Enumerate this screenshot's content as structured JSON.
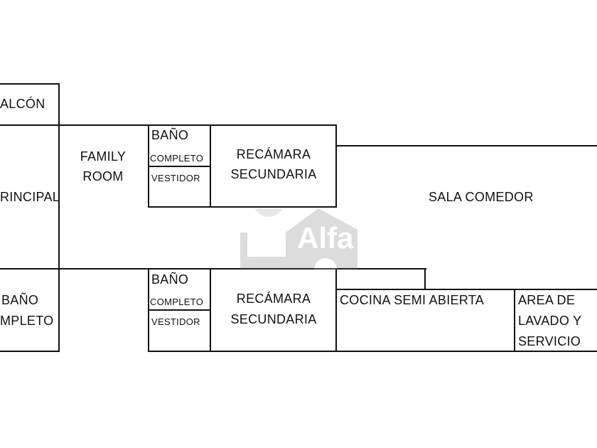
{
  "floor_plan": {
    "rooms": {
      "balcon": "ALCÓN",
      "principal": "RINCIPAL",
      "bano_principal_1": "BAÑO",
      "bano_principal_2": "MPLETO",
      "family_room_1": "FAMILY",
      "family_room_2": "ROOM",
      "upper_bano": "BAÑO",
      "upper_completo": "COMPLETO",
      "upper_vestidor": "VESTIDOR",
      "upper_recamara_1": "RECÁMARA",
      "upper_recamara_2": "SECUNDARIA",
      "lower_bano": "BAÑO",
      "lower_completo": "COMPLETO",
      "lower_vestidor": "VESTIDOR",
      "lower_recamara_1": "RECÁMARA",
      "lower_recamara_2": "SECUNDARIA",
      "sala_comedor": "SALA COMEDOR",
      "cocina": "COCINA SEMI ABIERTA",
      "lavado_1": "AREA DE",
      "lavado_2": "LAVADO Y",
      "lavado_3": "SERVICIO"
    },
    "watermark": "Alfa"
  }
}
